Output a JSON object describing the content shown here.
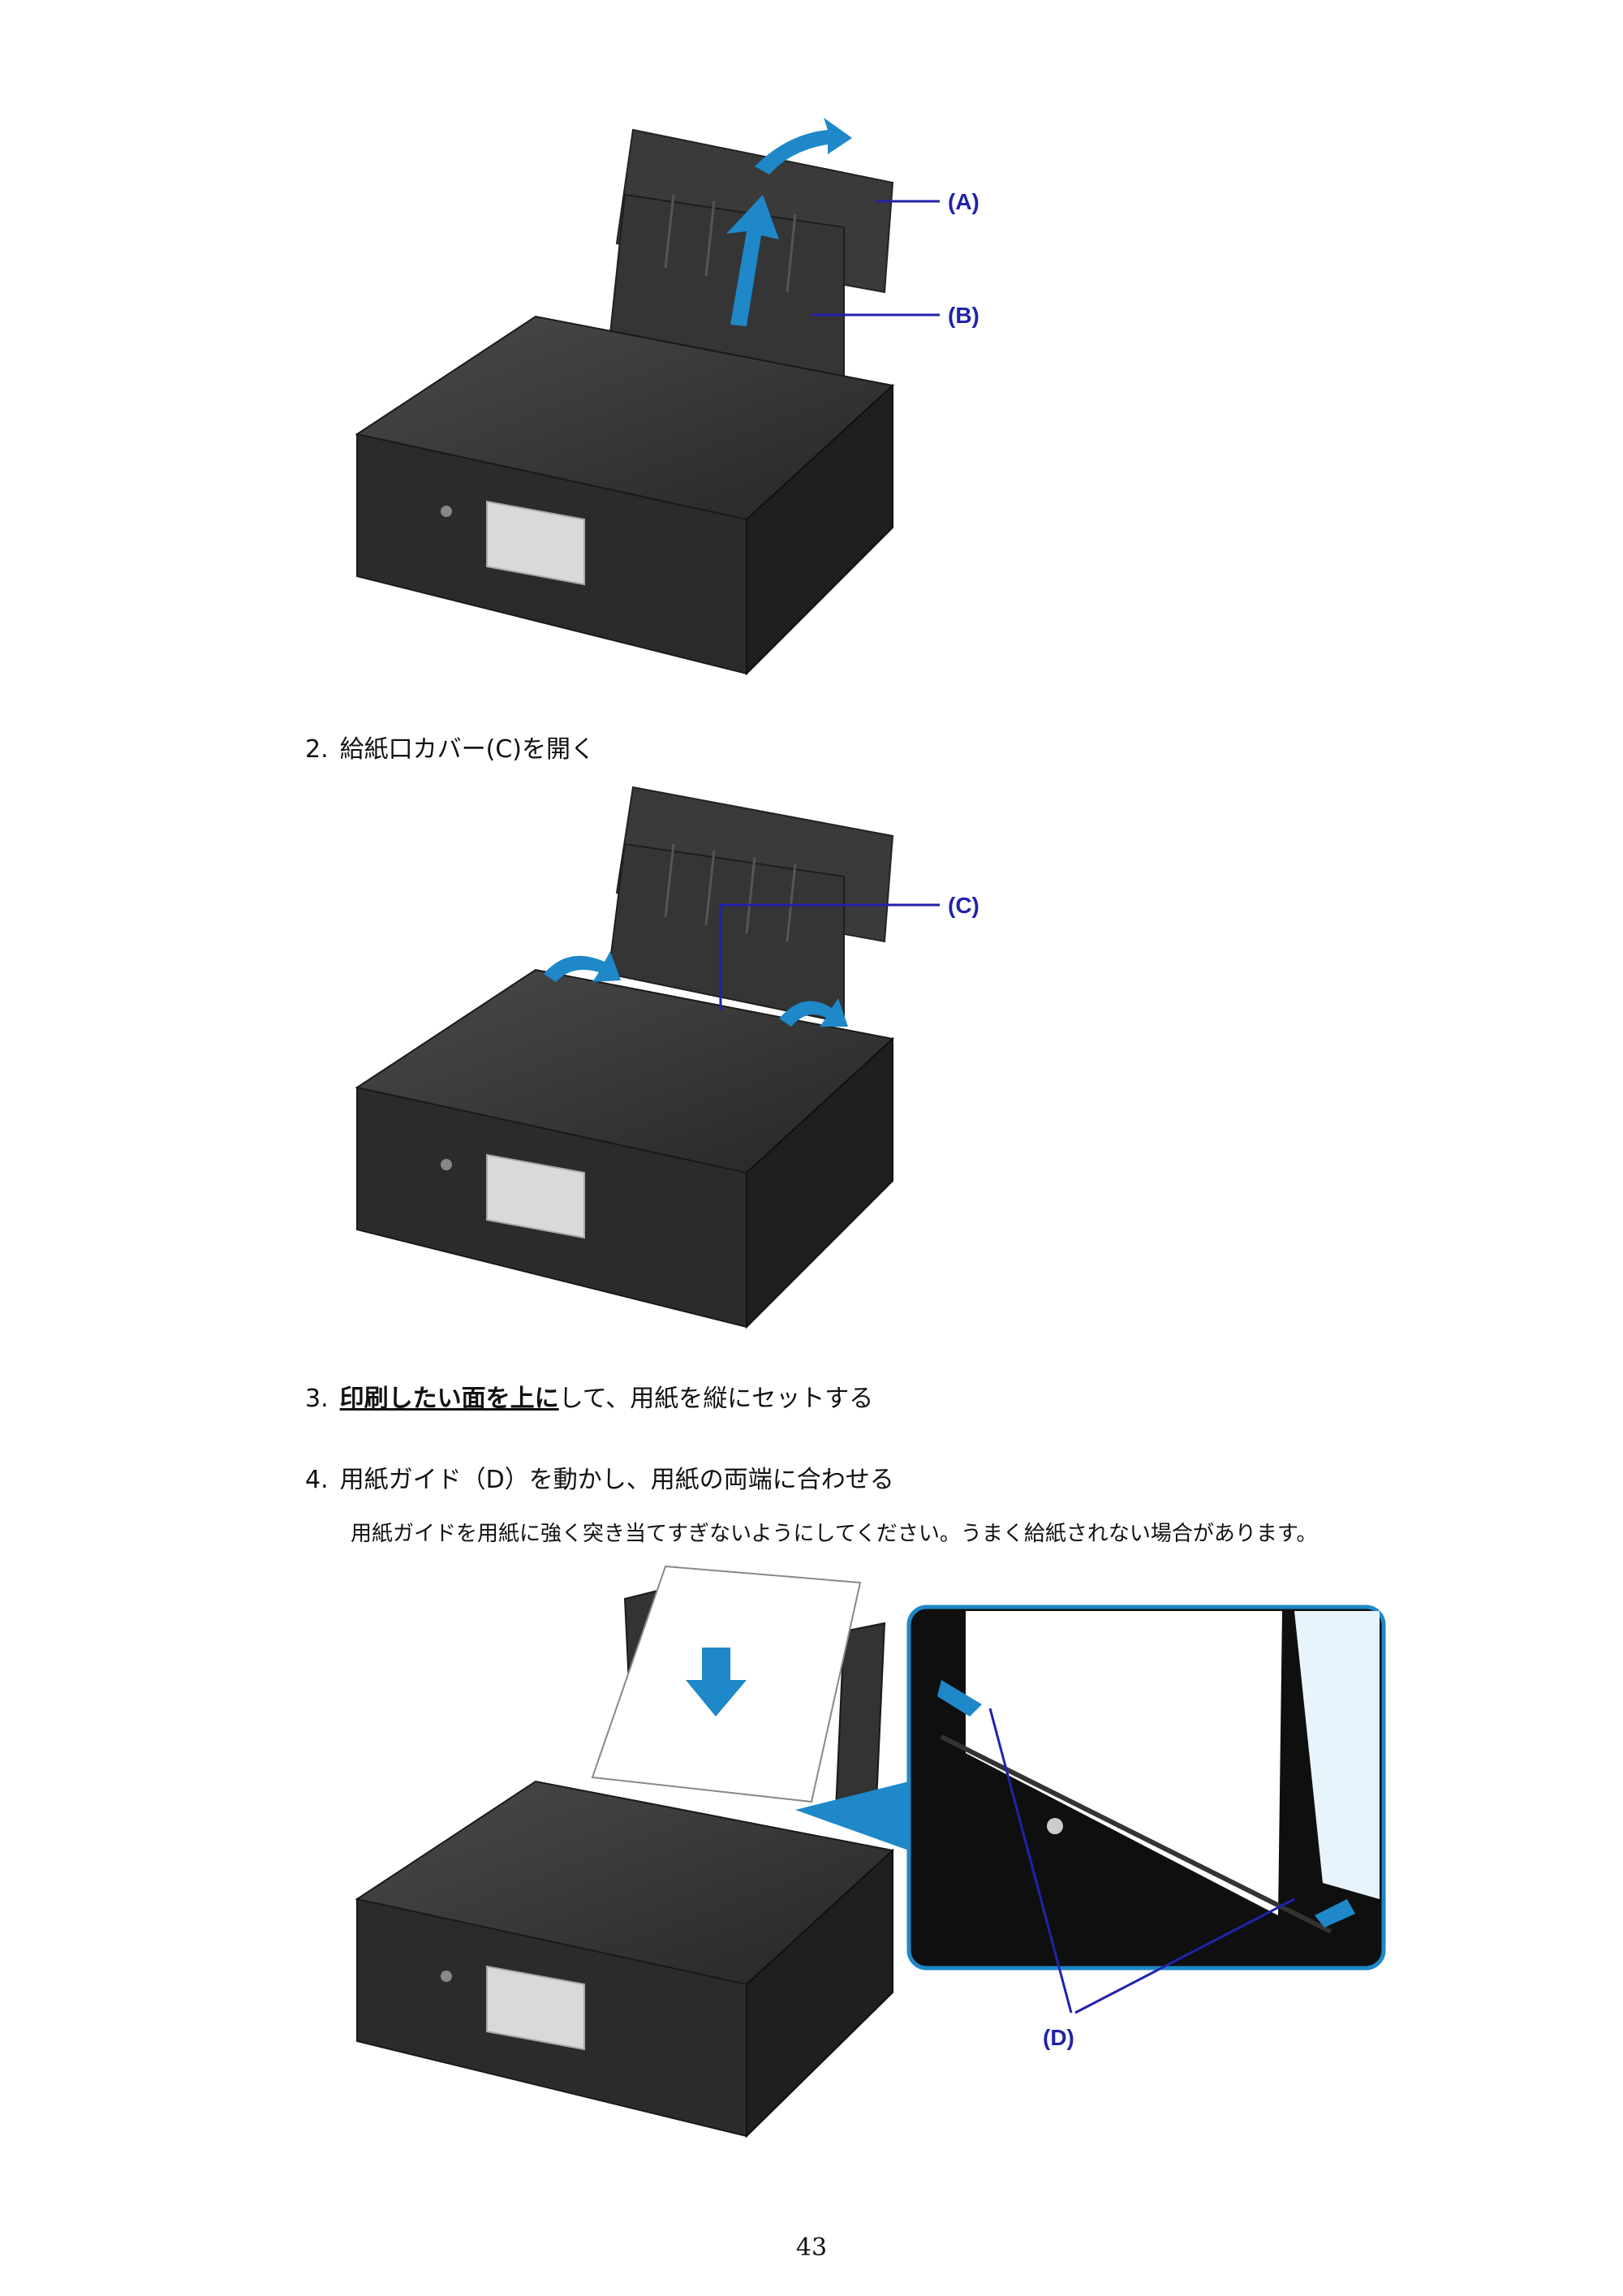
{
  "figure1": {
    "labels": {
      "a": "(A)",
      "b": "(B)"
    }
  },
  "step2": {
    "number": "2.",
    "text": "給紙口カバー(C)を開く"
  },
  "figure2": {
    "labels": {
      "c": "(C)"
    }
  },
  "step3": {
    "number": "3.",
    "bold_text": "印刷したい面を上に",
    "text": "して、用紙を縦にセットする"
  },
  "step4": {
    "number": "4.",
    "text": "用紙ガイド（D）を動かし、用紙の両端に合わせる",
    "note": "用紙ガイドを用紙に強く突き当てすぎないようにしてください。うまく給紙されない場合があります。"
  },
  "figure3": {
    "labels": {
      "d": "(D)"
    }
  },
  "page_number": "43"
}
